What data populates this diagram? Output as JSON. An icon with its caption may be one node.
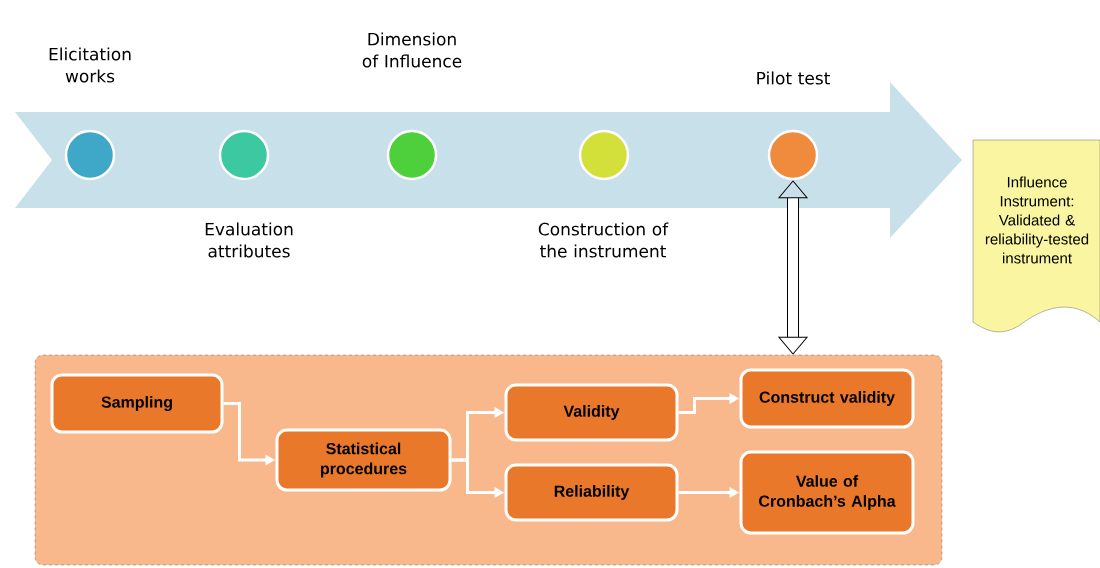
{
  "diagram": {
    "nodes": [
      {
        "text": [],
        "shape": "circle",
        "beside": [
          "Elicitation works"
        ]
      },
      {
        "text": [],
        "shape": "circle",
        "beside": [
          "Evaluation attributes"
        ]
      },
      {
        "text": [],
        "shape": "circle",
        "beside": [
          "Dimension of Influence"
        ]
      },
      {
        "text": [],
        "shape": "circle",
        "beside": [
          "Construction of the instrument"
        ]
      },
      {
        "text": [],
        "shape": "circle",
        "beside": [
          "Pilot test"
        ]
      },
      {
        "text": [
          "Influence Instrument: Validated & reliability-tested instrument"
        ]
      },
      {
        "text": [],
        "shape": "box"
      },
      {
        "text": [
          "Sampling"
        ],
        "in": 6
      },
      {
        "text": [
          "Statistical procedures"
        ],
        "in": 6
      },
      {
        "text": [
          "Validity"
        ],
        "in": 6
      },
      {
        "text": [
          "Reliability"
        ],
        "in": 6
      },
      {
        "text": [
          "Construct validity"
        ],
        "in": 6
      },
      {
        "text": [
          "Value of Cronbach’s Alpha"
        ],
        "in": 6
      }
    ],
    "edges": [
      {
        "from": 4,
        "to": 6,
        "arrow": "both",
        "style": "thick",
        "color": "#000000"
      },
      {
        "from": 7,
        "to": 8,
        "arrow": "to"
      },
      {
        "from": 8,
        "to": 9,
        "arrow": "to"
      },
      {
        "from": 8,
        "to": 10,
        "arrow": "to"
      },
      {
        "from": 9,
        "to": 11,
        "arrow": "to"
      },
      {
        "from": 10,
        "to": 12,
        "arrow": "to"
      }
    ]
  }
}
